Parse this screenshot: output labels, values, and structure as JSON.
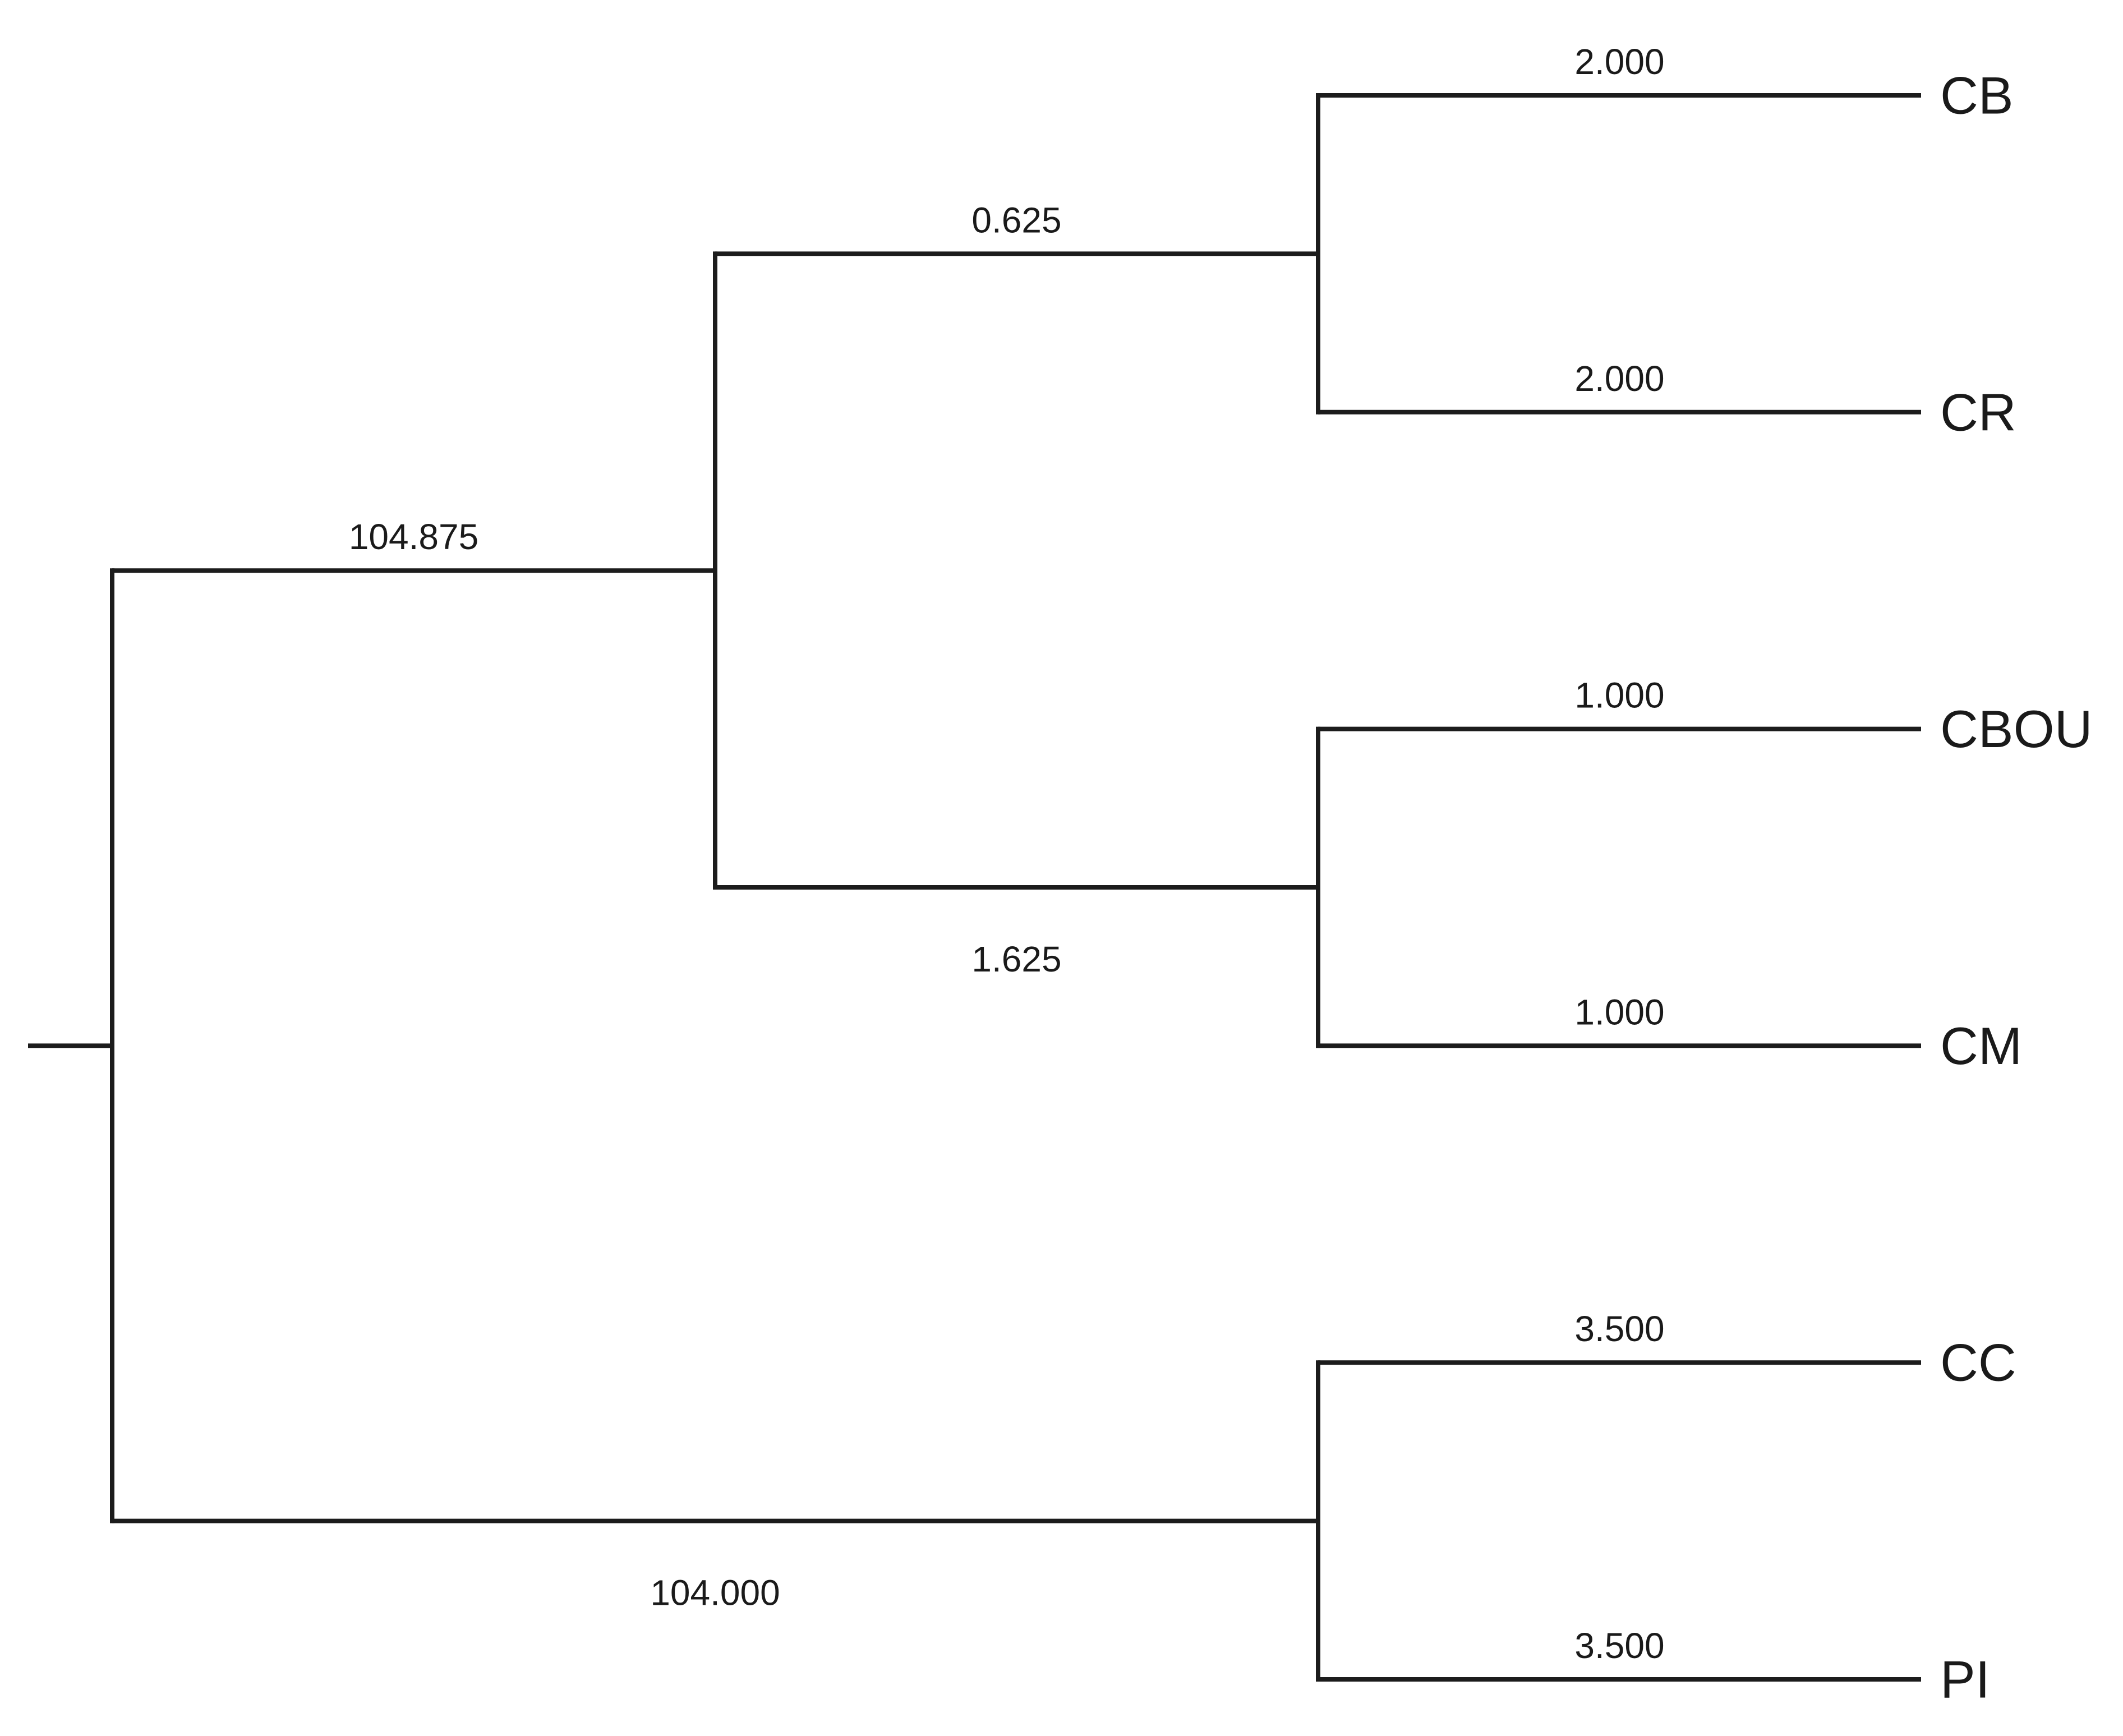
{
  "figure": {
    "kind": "phylogenetic-tree-dendrogram",
    "orientation": "left-to-right",
    "background_color": "#ffffff",
    "line_color": "#1c1c1c",
    "text_color": "#1a1a1a"
  },
  "leaf_order": [
    "CB",
    "CR",
    "CBOU",
    "CM",
    "CC",
    "PI"
  ],
  "branch_length_labels": [
    "104.875",
    "0.625",
    "2.000",
    "2.000",
    "1.625",
    "1.000",
    "1.000",
    "104.000",
    "3.500",
    "3.500"
  ],
  "tree": {
    "name": "root",
    "children": [
      {
        "length_label": "104.875",
        "label_side": "above",
        "children": [
          {
            "length_label": "0.625",
            "label_side": "above",
            "children": [
              {
                "name": "CB",
                "length_label": "2.000",
                "label_side": "above"
              },
              {
                "name": "CR",
                "length_label": "2.000",
                "label_side": "above"
              }
            ]
          },
          {
            "length_label": "1.625",
            "label_side": "below",
            "children": [
              {
                "name": "CBOU",
                "length_label": "1.000",
                "label_side": "above"
              },
              {
                "name": "CM",
                "length_label": "1.000",
                "label_side": "above"
              }
            ]
          }
        ]
      },
      {
        "length_label": "104.000",
        "label_side": "below",
        "children": [
          {
            "name": "CC",
            "length_label": "3.500",
            "label_side": "above"
          },
          {
            "name": "PI",
            "length_label": "3.500",
            "label_side": "above"
          }
        ]
      }
    ]
  }
}
